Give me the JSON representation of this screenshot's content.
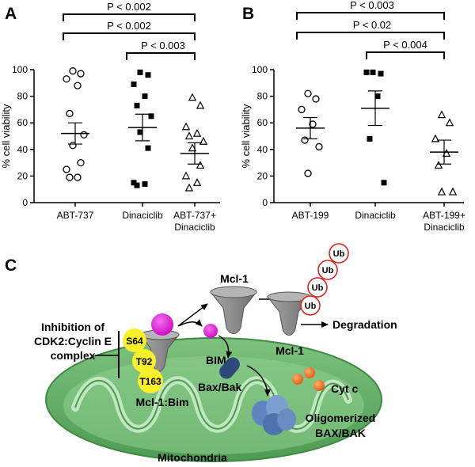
{
  "panels": {
    "a_label": "A",
    "b_label": "B",
    "c_label": "C"
  },
  "chart_data": [
    {
      "type": "scatter",
      "panel": "A",
      "ylabel": "% cell viability",
      "ylim": [
        0,
        100
      ],
      "yticks": [
        "0",
        "20",
        "40",
        "60",
        "80",
        "100"
      ],
      "categories": [
        "ABT-737",
        "Dinaciclib",
        "ABT-737+",
        "Dinaciclib"
      ],
      "category_lines": [
        [
          "ABT-737"
        ],
        [
          "Dinaciclib"
        ],
        [
          "ABT-737+",
          "Dinaciclib"
        ]
      ],
      "series": [
        {
          "marker": "open-circle",
          "values": [
            99,
            97,
            93,
            88,
            67,
            51,
            43,
            30,
            25,
            19,
            19
          ],
          "mean": 52,
          "sem": 8
        },
        {
          "marker": "filled-square",
          "values": [
            98,
            96,
            89,
            80,
            73,
            65,
            53,
            41,
            15,
            14,
            13
          ],
          "mean": 56.5,
          "sem": 10
        },
        {
          "marker": "open-triangle",
          "values": [
            79,
            73,
            57,
            52,
            50,
            46,
            41,
            28,
            20,
            15,
            11
          ],
          "mean": 37,
          "sem": 8
        }
      ],
      "comparisons": [
        {
          "label": "P < 0.002",
          "from": 0,
          "to": 2
        },
        {
          "label": "P < 0.002",
          "from": 0,
          "to": 2
        },
        {
          "label": "P < 0.003",
          "from": 1,
          "to": 2
        }
      ]
    },
    {
      "type": "scatter",
      "panel": "B",
      "ylabel": "% cell viability",
      "ylim": [
        0,
        100
      ],
      "yticks": [
        "0",
        "20",
        "40",
        "60",
        "80",
        "100"
      ],
      "categories": [
        "ABT-199",
        "Dinaciclib",
        "ABT-199+",
        "Dinaciclib"
      ],
      "category_lines": [
        [
          "ABT-199"
        ],
        [
          "Dinaciclib"
        ],
        [
          "ABT-199+",
          "Dinaciclib"
        ]
      ],
      "series": [
        {
          "marker": "open-circle",
          "values": [
            82,
            78,
            70,
            59,
            47,
            42,
            22
          ],
          "mean": 56,
          "sem": 8
        },
        {
          "marker": "filled-square",
          "values": [
            98,
            97,
            98,
            80,
            48,
            15
          ],
          "mean": 71,
          "sem": 13
        },
        {
          "marker": "open-triangle",
          "values": [
            66,
            60,
            48,
            37,
            28,
            8,
            8
          ],
          "mean": 38,
          "sem": 9
        }
      ],
      "comparisons": [
        {
          "label": "P < 0.003",
          "from": 0,
          "to": 2
        },
        {
          "label": "P < 0.02",
          "from": 0,
          "to": 2
        },
        {
          "label": "P < 0.004",
          "from": 1,
          "to": 2
        }
      ]
    }
  ],
  "diagram": {
    "inhibition_line1": "Inhibition of",
    "inhibition_line2": "CDK2:Cyclin E",
    "inhibition_line3": "complex",
    "site_s64": "S64",
    "site_t92": "T92",
    "site_t163": "T163",
    "complex_label": "Mcl-1:Bim",
    "mcl1_free_label": "Mcl-1",
    "mcl1_ub_label": "Mcl-1",
    "ub_labels": [
      "Ub",
      "Ub",
      "Ub",
      "Ub"
    ],
    "degradation_label": "Degradation",
    "bim_label": "BIM",
    "baxbak_label": "Bax/Bak",
    "cytc_label": "Cyt c",
    "oligo_line1": "Oligomerized",
    "oligo_line2": "BAX/BAK",
    "mito_label": "Mitochondria",
    "colors": {
      "phospho_site": "#f7ef2a",
      "bim": "#e31cd9",
      "ubiquitin_ring": "#e02020",
      "mitochondria": "#5fae62",
      "mcl1": "#8d8d8d",
      "baxbak": "#2f4a7a",
      "oligomer": "#6a8cc0",
      "cytc": "#f07a21"
    }
  }
}
